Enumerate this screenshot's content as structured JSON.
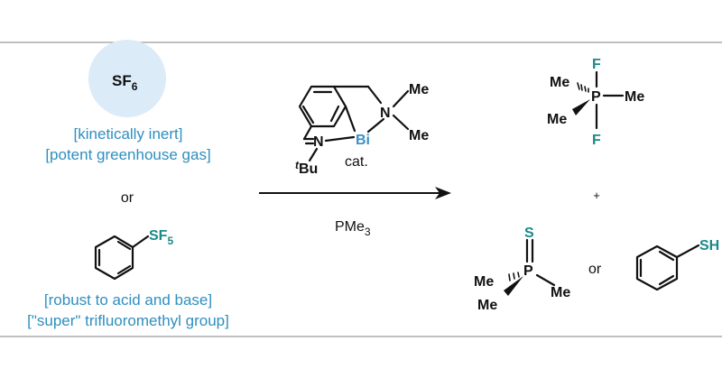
{
  "colors": {
    "note_blue": "#2e8fbf",
    "bismuth_blue": "#3a8fc7",
    "teal": "#1a8a8a",
    "circle_fill": "#dcebf8",
    "frame_line": "#9a9a9a"
  },
  "left": {
    "sf6_base": "SF",
    "sf6_sub": "6",
    "note1": "[kinetically inert]",
    "note2": "[potent greenhouse gas]",
    "or": "or",
    "sf5_base": "SF",
    "sf5_sub": "5",
    "note3": "[robust to acid and base]",
    "note4": "[\"super\" trifluoromethyl group]"
  },
  "catalyst": {
    "bi": "Bi",
    "n1": "N",
    "n2": "N",
    "me1": "Me",
    "me2": "Me",
    "tbu_t": "t",
    "tbu_bu": "Bu",
    "cat": "cat."
  },
  "arrow": {
    "reagent_base": "PMe",
    "reagent_sub": "3"
  },
  "products": {
    "f_top": "F",
    "f_bottom": "F",
    "p1": "P",
    "me_a": "Me",
    "me_b": "Me",
    "me_c": "Me",
    "plus": "+",
    "s": "S",
    "p2": "P",
    "me_d": "Me",
    "me_e": "Me",
    "me_f": "Me",
    "or": "or",
    "sh": "SH"
  }
}
